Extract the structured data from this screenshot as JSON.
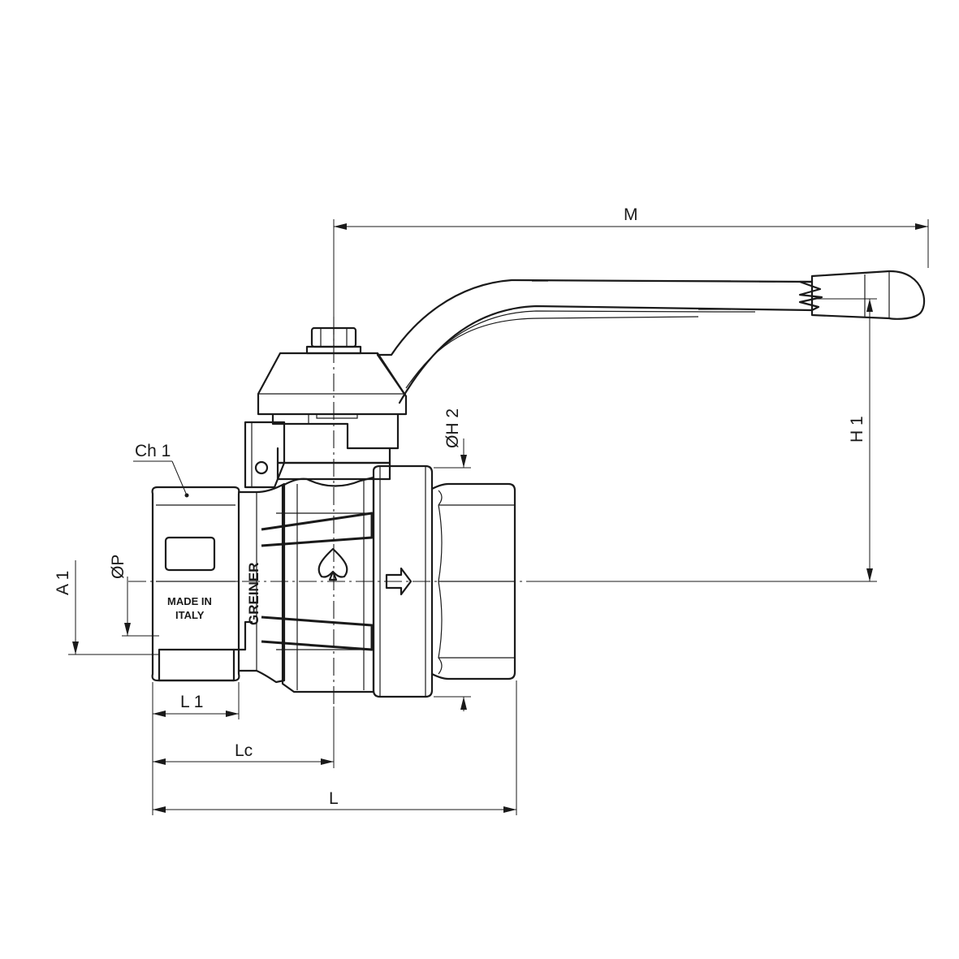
{
  "dimensions": {
    "M": "M",
    "H1": "H 1",
    "H2": "ØH 2",
    "Ch1": "Ch 1",
    "A1": "A 1",
    "P": "ØP",
    "L1": "L 1",
    "Lc": "Lc",
    "L": "L"
  },
  "markings": {
    "brand": "GREINER",
    "origin_line1": "MADE IN",
    "origin_line2": "ITALY"
  }
}
